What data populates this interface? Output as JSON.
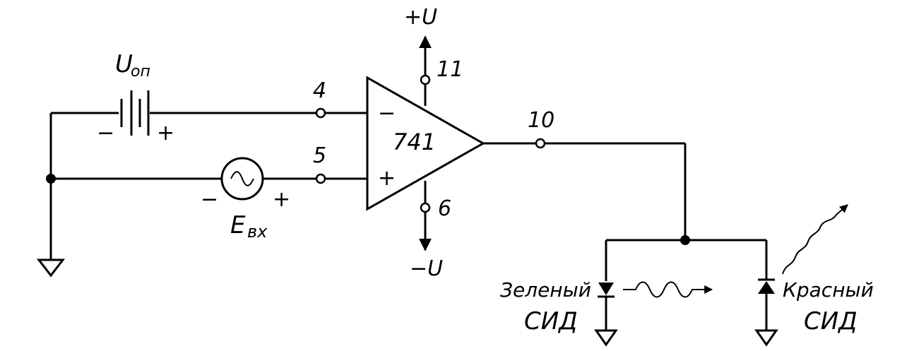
{
  "supply": {
    "positive": "+U",
    "negative": "−U"
  },
  "pins": {
    "inverting": "4",
    "noninverting": "5",
    "output": "10",
    "positive_supply": "11",
    "negative_supply": "6"
  },
  "opamp": {
    "label": "741",
    "minus_sign": "−",
    "plus_sign": "+"
  },
  "reference_battery": {
    "label_main": "U",
    "label_sub": "оп",
    "minus_sign": "−",
    "plus_sign": "+"
  },
  "input_source": {
    "label_main": "E",
    "label_sub": "вх",
    "minus_sign": "−",
    "plus_sign": "+"
  },
  "green_led": {
    "line1": "Зеленый",
    "line2": "СИД"
  },
  "red_led": {
    "line1": "Красный",
    "line2": "СИД"
  }
}
